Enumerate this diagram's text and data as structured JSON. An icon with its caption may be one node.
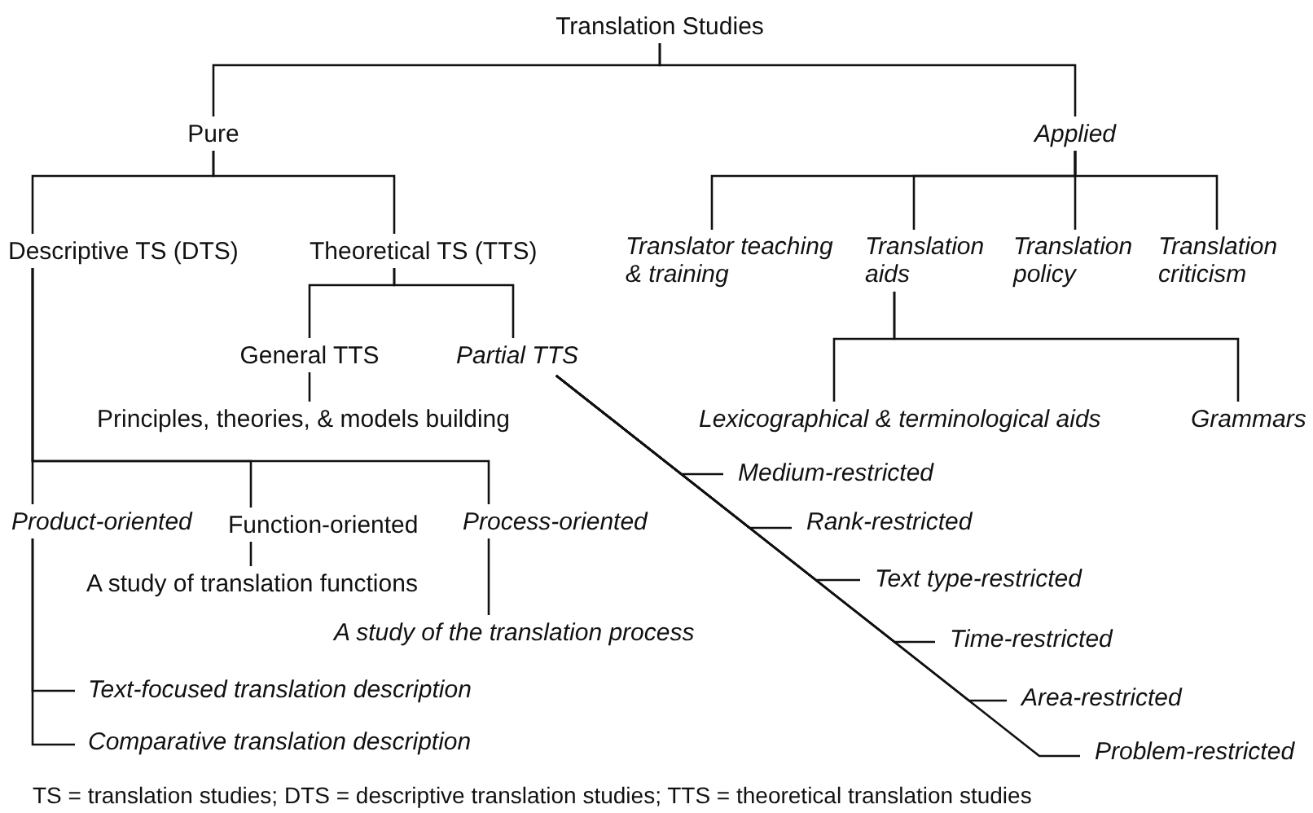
{
  "diagram": {
    "caption": "TS = translation studies; DTS = descriptive translation studies; TTS = theoretical translation studies",
    "nodes": [
      {
        "text": [
          "Translation Studies"
        ]
      },
      {
        "text": [
          "Pure"
        ]
      },
      {
        "text": [
          "Applied"
        ]
      },
      {
        "text": [
          "Descriptive TS (DTS)"
        ]
      },
      {
        "text": [
          "Theoretical TS (TTS)"
        ]
      },
      {
        "text": [
          "General TTS"
        ]
      },
      {
        "text": [
          "Partial TTS"
        ]
      },
      {
        "text": [
          "Principles, theories, & models building"
        ]
      },
      {
        "text": [
          "Product-oriented"
        ]
      },
      {
        "text": [
          "Function-oriented"
        ]
      },
      {
        "text": [
          "Process-oriented"
        ]
      },
      {
        "text": [
          "A study of translation functions"
        ]
      },
      {
        "text": [
          "A study of the translation process"
        ]
      },
      {
        "text": [
          "Text-focused translation description"
        ]
      },
      {
        "text": [
          "Comparative translation description"
        ]
      },
      {
        "text": [
          "Translator teaching & training"
        ]
      },
      {
        "text": [
          "Translation aids"
        ]
      },
      {
        "text": [
          "Translation policy"
        ]
      },
      {
        "text": [
          "Translation criticism"
        ]
      },
      {
        "text": [
          "Lexicographical & terminological aids"
        ]
      },
      {
        "text": [
          "Grammars"
        ]
      },
      {
        "text": [
          "Medium-restricted"
        ]
      },
      {
        "text": [
          "Rank-restricted"
        ]
      },
      {
        "text": [
          "Text type-restricted"
        ]
      },
      {
        "text": [
          "Time-restricted"
        ]
      },
      {
        "text": [
          "Area-restricted"
        ]
      },
      {
        "text": [
          "Problem-restricted"
        ]
      }
    ],
    "edges": [
      {
        "from": 0,
        "to": 1,
        "arrow": "none"
      },
      {
        "from": 0,
        "to": 2,
        "arrow": "none"
      },
      {
        "from": 1,
        "to": 3,
        "arrow": "none"
      },
      {
        "from": 1,
        "to": 4,
        "arrow": "none"
      },
      {
        "from": 4,
        "to": 5,
        "arrow": "none"
      },
      {
        "from": 4,
        "to": 6,
        "arrow": "none"
      },
      {
        "from": 5,
        "to": 7,
        "arrow": "none"
      },
      {
        "from": 3,
        "to": 8,
        "arrow": "none"
      },
      {
        "from": 3,
        "to": 9,
        "arrow": "none"
      },
      {
        "from": 3,
        "to": 10,
        "arrow": "none"
      },
      {
        "from": 9,
        "to": 11,
        "arrow": "none"
      },
      {
        "from": 10,
        "to": 12,
        "arrow": "none"
      },
      {
        "from": 8,
        "to": 13,
        "arrow": "none"
      },
      {
        "from": 8,
        "to": 14,
        "arrow": "none"
      },
      {
        "from": 2,
        "to": 15,
        "arrow": "none"
      },
      {
        "from": 2,
        "to": 16,
        "arrow": "none"
      },
      {
        "from": 2,
        "to": 17,
        "arrow": "none"
      },
      {
        "from": 2,
        "to": 18,
        "arrow": "none"
      },
      {
        "from": 16,
        "to": 19,
        "arrow": "none"
      },
      {
        "from": 16,
        "to": 20,
        "arrow": "none"
      },
      {
        "from": 6,
        "to": 21,
        "arrow": "none"
      },
      {
        "from": 6,
        "to": 22,
        "arrow": "none"
      },
      {
        "from": 6,
        "to": 23,
        "arrow": "none"
      },
      {
        "from": 6,
        "to": 24,
        "arrow": "none"
      },
      {
        "from": 6,
        "to": 25,
        "arrow": "none"
      },
      {
        "from": 6,
        "to": 26,
        "arrow": "none"
      }
    ]
  }
}
